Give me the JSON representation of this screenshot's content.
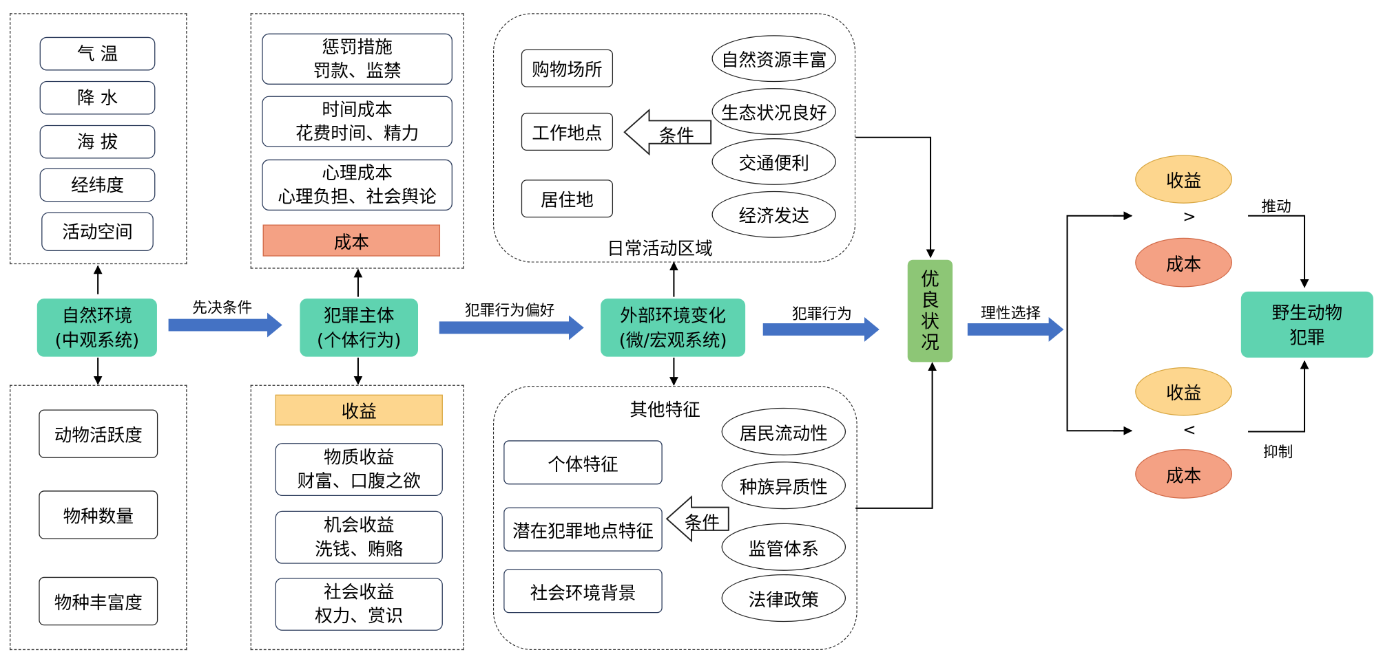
{
  "natural": {
    "main": [
      "自然环境",
      "(中观系统)"
    ],
    "top": [
      "气 温",
      "降 水",
      "海 拔",
      "经纬度",
      "活动空间"
    ],
    "bottom": [
      "动物活跃度",
      "物种数量",
      "物种丰富度"
    ]
  },
  "criminal": {
    "main": [
      "犯罪主体",
      "(个体行为)"
    ],
    "cost_title": "成本",
    "costs": [
      {
        "title": "惩罚措施",
        "detail": "罚款、监禁"
      },
      {
        "title": "时间成本",
        "detail": "花费时间、精力"
      },
      {
        "title": "心理成本",
        "detail": "心理负担、社会舆论"
      }
    ],
    "benefit_title": "收益",
    "benefits": [
      {
        "title": "物质收益",
        "detail": "财富、口腹之欲"
      },
      {
        "title": "机会收益",
        "detail": "洗钱、贿赂"
      },
      {
        "title": "社会收益",
        "detail": "权力、赏识"
      }
    ]
  },
  "external": {
    "main": [
      "外部环境变化",
      "(微/宏观系统)"
    ],
    "daily_area_label": "日常活动区域",
    "daily_places": [
      "购物场所",
      "工作地点",
      "居住地"
    ],
    "daily_condition": "条件",
    "daily_conditions": [
      "自然资源丰富",
      "生态状况良好",
      "交通便利",
      "经济发达"
    ],
    "other_label": "其他特征",
    "other_items": [
      "个体特征",
      "潜在犯罪地点特征",
      "社会环境背景"
    ],
    "other_condition": "条件",
    "other_conditions": [
      "居民流动性",
      "种族异质性",
      "监管体系",
      "法律政策"
    ]
  },
  "arrows": {
    "a1": "先决条件",
    "a2": "犯罪行为偏好",
    "a3": "犯罪行为",
    "a4": "理性选择"
  },
  "superior": [
    "优",
    "良",
    "状",
    "况"
  ],
  "outcome": {
    "benefit": "收益",
    "cost": "成本",
    "gt": ">",
    "lt": "<",
    "promote": "推动",
    "inhibit": "抑制",
    "final": [
      "野生动物",
      "犯罪"
    ]
  },
  "colors": {
    "teal": "#5fd3b0",
    "blue_arrow": "#4472c4",
    "yellow": "#fdd68e",
    "salmon": "#f4a184",
    "green": "#8dc676"
  }
}
